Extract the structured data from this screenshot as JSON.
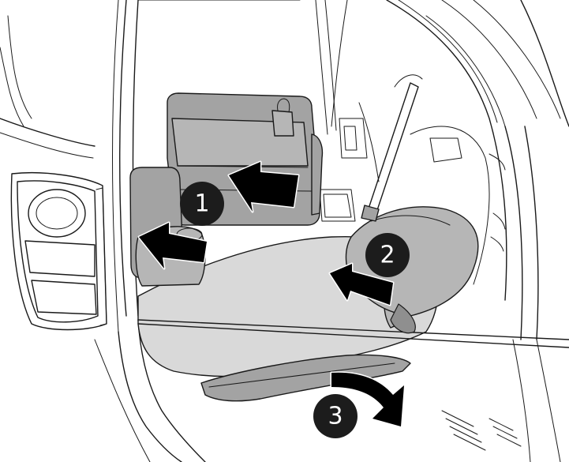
{
  "steps": [
    {
      "number": "1"
    },
    {
      "number": "2"
    },
    {
      "number": "3"
    }
  ],
  "colors": {
    "seat": "#a3a3a3",
    "floor": "#d9d9d9",
    "arrow": "#000000",
    "badge": "#1c1c1c"
  }
}
